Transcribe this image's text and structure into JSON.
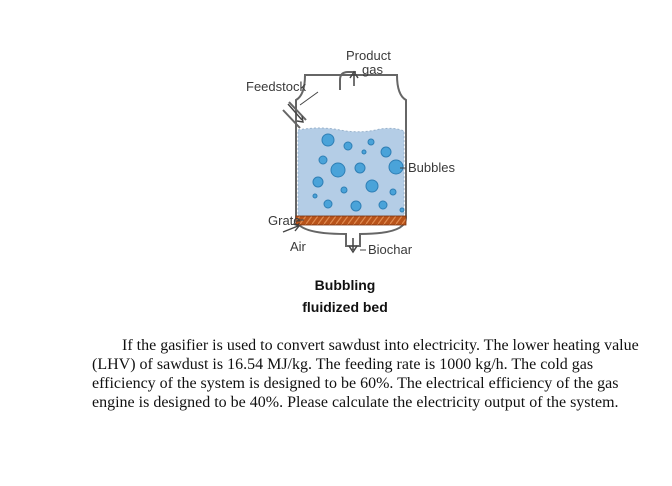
{
  "diagram": {
    "labels": {
      "product": "Product",
      "gas": "gas",
      "feedstock": "Feedstock",
      "bubbles": "Bubbles",
      "grate": "Grate",
      "air": "Air",
      "biochar": "Biochar"
    },
    "caption_line1": "Bubbling",
    "caption_line2": "fluidized bed",
    "colors": {
      "bed": "#b4cde6",
      "bubble": "#4aa3d9",
      "grate": "#b8531a",
      "vessel": "#666666"
    }
  },
  "problem": {
    "text": "If the gasifier is used to convert sawdust into electricity. The lower heating value (LHV) of sawdust is 16.54 MJ/kg. The feeding rate is 1000 kg/h. The cold gas efficiency of the system is designed to be 60%. The electrical efficiency of the gas engine is designed to be 40%. Please calculate the electricity output of the system."
  }
}
